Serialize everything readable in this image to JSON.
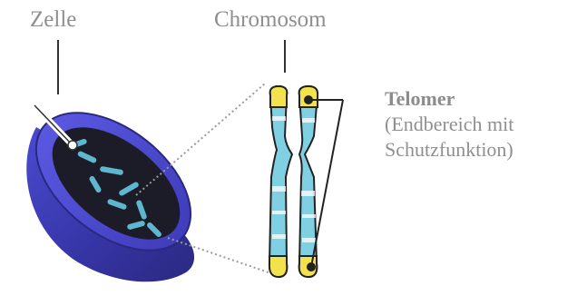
{
  "labels": {
    "cell": "Zelle",
    "chromosome": "Chromosom",
    "telomere_title": "Telomer",
    "telomere_desc_line1": "(Endbereich mit",
    "telomere_desc_line2": "Schutzfunktion)"
  },
  "colors": {
    "cell_outer": "#3b3aa6",
    "cell_inner": "#1f1f2a",
    "chromosome_body": "#7fd0e3",
    "telomere": "#f2e24b",
    "label_text": "#8f8f8f"
  }
}
